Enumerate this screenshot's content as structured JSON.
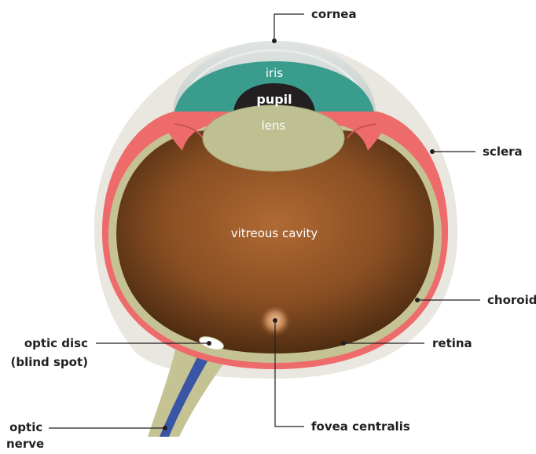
{
  "labels": {
    "cornea": "cornea",
    "iris": "iris",
    "pupil": "pupil",
    "lens": "lens",
    "sclera": "sclera",
    "vitreous_cavity": "vitreous cavity",
    "choroid": "choroid",
    "retina": "retina",
    "optic_disc_line1": "optic disc",
    "optic_disc_line2": "(blind spot)",
    "fovea_centralis": "fovea centralis",
    "optic_nerve_line1": "optic",
    "optic_nerve_line2": "nerve"
  },
  "colors": {
    "sclera": "#e9e7df",
    "choroid": "#ee6b6b",
    "retina": "#c5c394",
    "vitreous_center": "#b06a34",
    "vitreous_edge": "#4a2a10",
    "cornea": "#d4dbd9",
    "iris": "#3a9c8c",
    "pupil": "#231f20",
    "lens": "#bfc092",
    "optic_nerve": "#3a55a6",
    "leader_line": "#231f20"
  }
}
